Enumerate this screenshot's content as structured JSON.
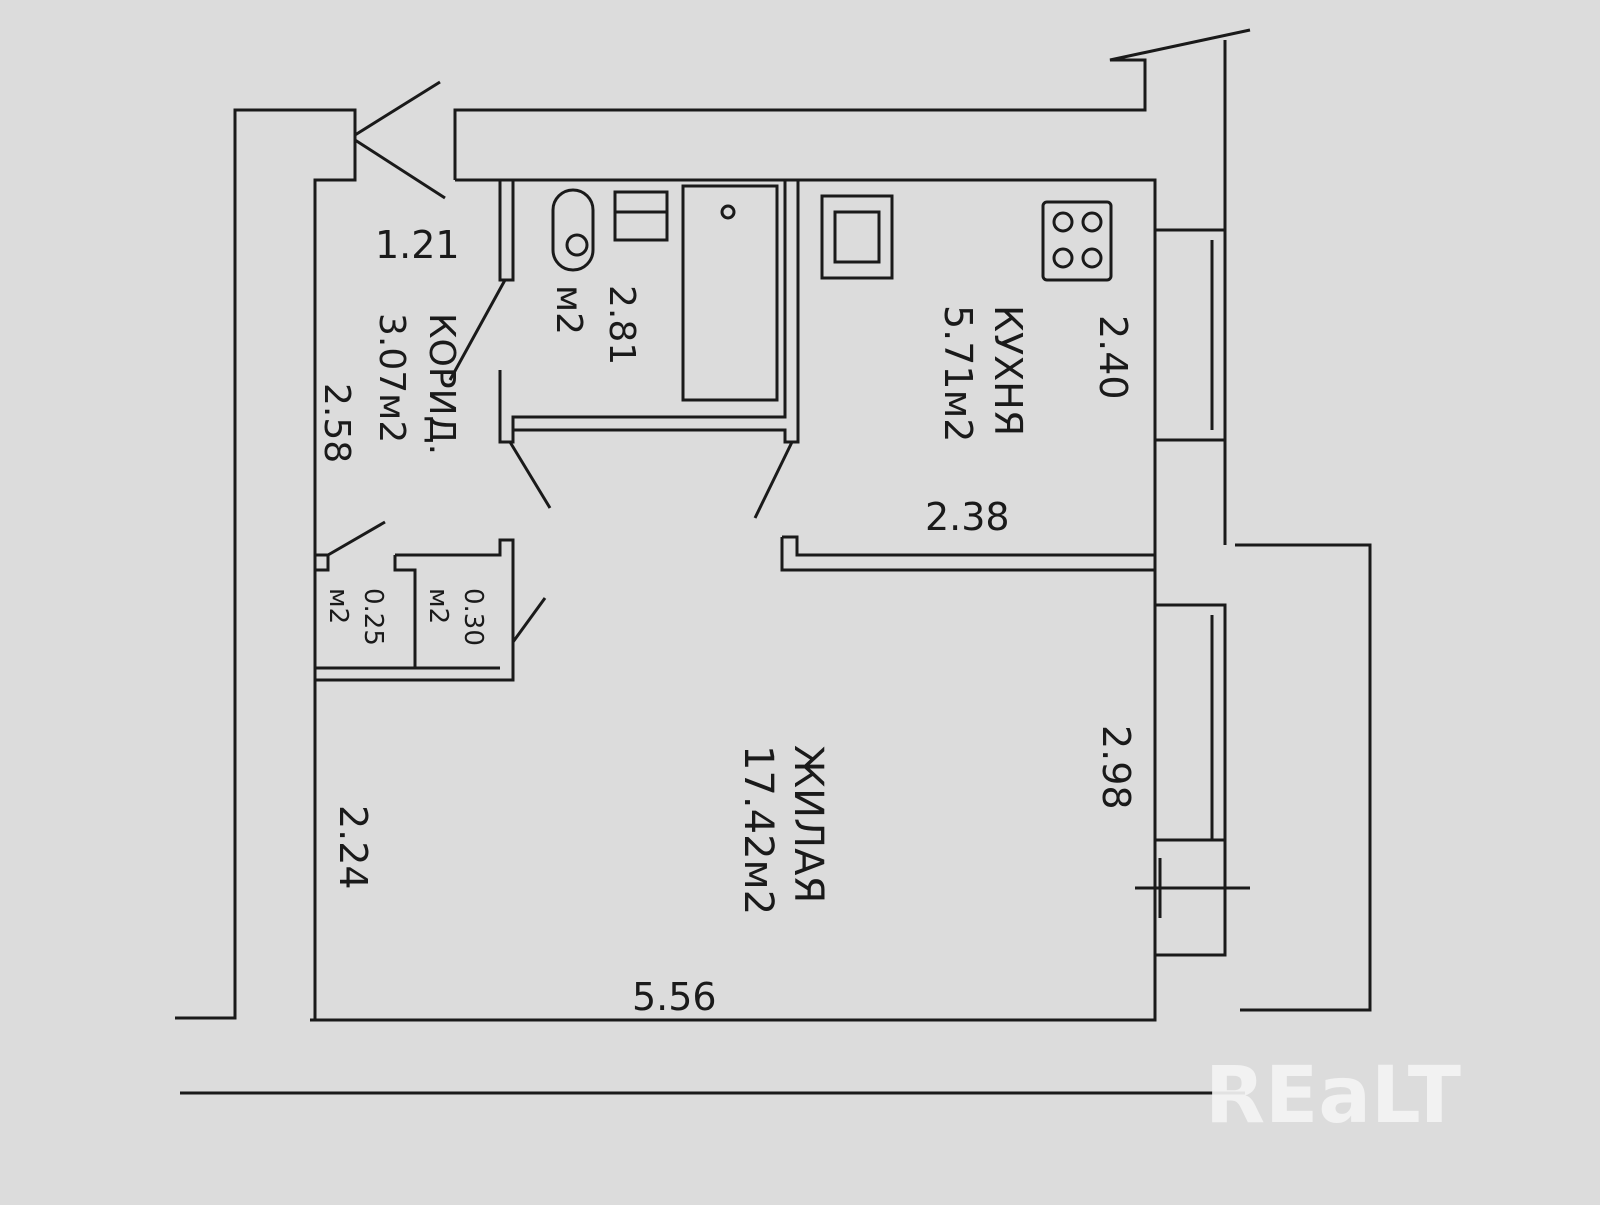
{
  "plan": {
    "line_color": "#1a1a1a",
    "paper_color": "#dcdcdc",
    "corridor": {
      "name": "КОРИД.",
      "area": "3.07м2",
      "width": "2.58",
      "entry_width": "1.21"
    },
    "bathroom": {
      "area_value": "2.81",
      "area_unit": "м2"
    },
    "kitchen": {
      "name": "КУХНЯ",
      "area": "5.71м2",
      "width": "2.38",
      "depth": "2.40"
    },
    "closet_left": {
      "area_value": "0.25",
      "area_unit": "м2"
    },
    "closet_right": {
      "area_value": "0.30",
      "area_unit": "м2"
    },
    "living": {
      "name": "ЖИЛАЯ",
      "area": "17.42м2",
      "length": "5.56",
      "left_width": "2.24",
      "window_width": "2.98"
    },
    "icons": [
      "toilet-icon",
      "sink-icon",
      "bathtub-icon",
      "stove-icon",
      "kitchen-sink-icon",
      "door-swing-icon"
    ]
  },
  "watermark": {
    "text": "REaLT",
    "color": "#f4f4f4"
  }
}
